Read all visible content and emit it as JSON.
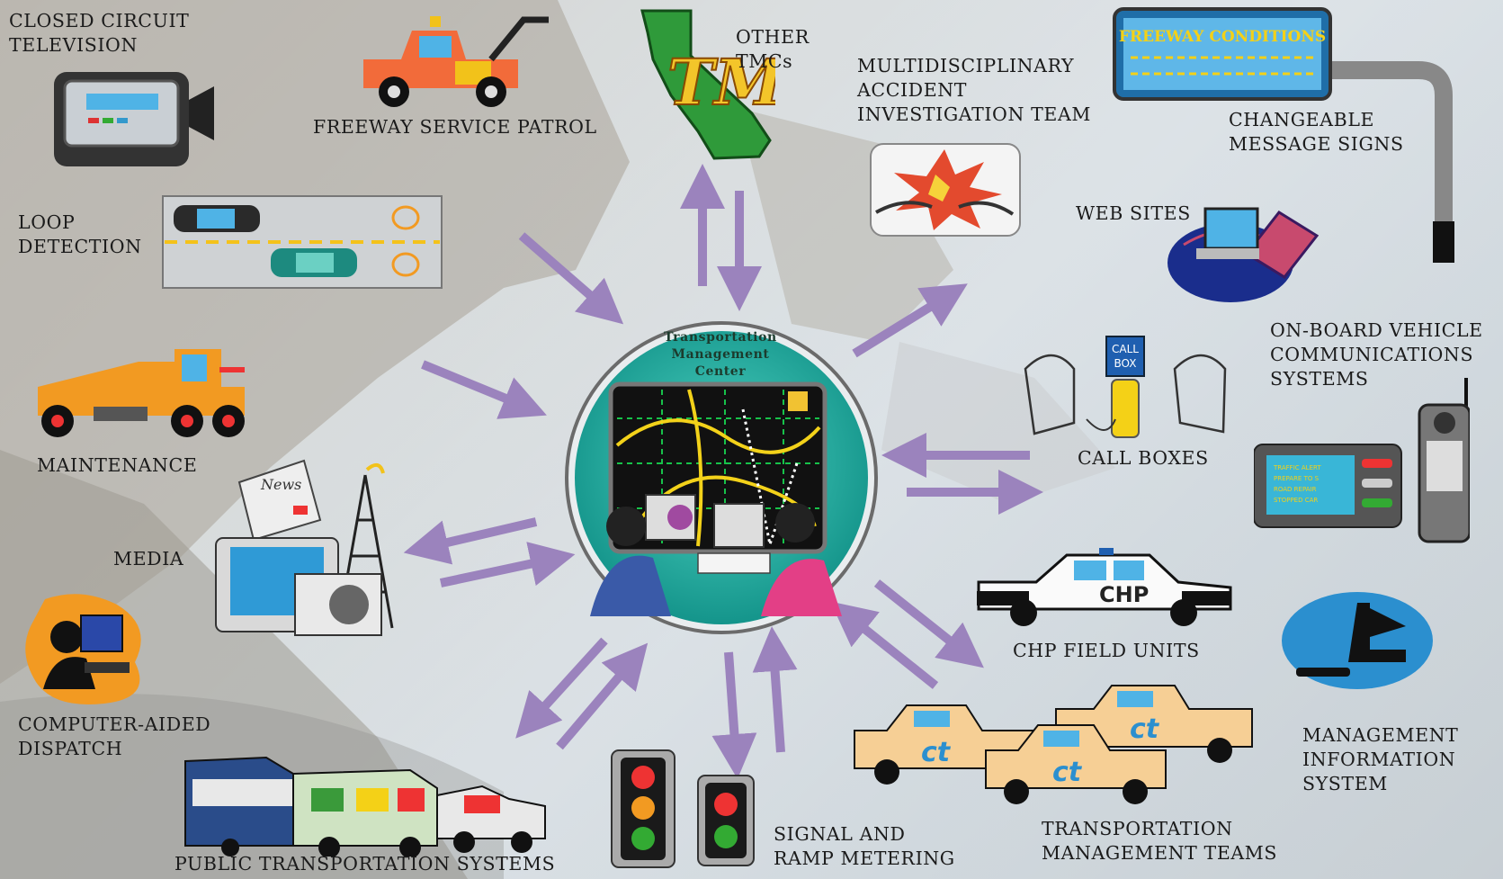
{
  "colors": {
    "arrow": "#9b83bd",
    "hub": "#1fa99a",
    "screen": "#0c0c0c"
  },
  "center": {
    "title_line1": "Transportation",
    "title_line2": "Management",
    "title_line3": "Center"
  },
  "labels": {
    "cctv": [
      "CLOSED CIRCUIT",
      "TELEVISION"
    ],
    "fsp": [
      "FREEWAY SERVICE PATROL"
    ],
    "other_tmcs": [
      "OTHER",
      "TMCs"
    ],
    "accident_team": [
      "MULTIDISCIPLINARY",
      "ACCIDENT",
      "INVESTIGATION TEAM"
    ],
    "cms": [
      "CHANGEABLE",
      "MESSAGE SIGNS"
    ],
    "loop": [
      "LOOP",
      "DETECTION"
    ],
    "web": [
      "WEB SITES"
    ],
    "onboard": [
      "ON-BOARD VEHICLE",
      "COMMUNICATIONS",
      "SYSTEMS"
    ],
    "maintenance": [
      "MAINTENANCE"
    ],
    "call_boxes": [
      "CALL BOXES"
    ],
    "media": [
      "MEDIA"
    ],
    "chp": [
      "CHP FIELD UNITS"
    ],
    "cad": [
      "COMPUTER-AIDED",
      "DISPATCH"
    ],
    "mis": [
      "MANAGEMENT",
      "INFORMATION",
      "SYSTEM"
    ],
    "public_transport": [
      "PUBLIC TRANSPORTATION SYSTEMS"
    ],
    "signal": [
      "SIGNAL AND",
      "RAMP METERING"
    ],
    "tmt": [
      "TRANSPORTATION",
      "MANAGEMENT TEAMS"
    ]
  },
  "sign_text": "FREEWAY CONDITIONS",
  "call_box_text": [
    "CALL",
    "BOX"
  ],
  "tmc_logo_text": "TMC",
  "news_text": "News",
  "chp_text": "CHP",
  "ct_text": "ct",
  "onboard_screen_text": [
    "TRAFFIC ALERT",
    "PREPARE TO S",
    "ROAD REPAIR",
    "STOPPED CAR"
  ]
}
